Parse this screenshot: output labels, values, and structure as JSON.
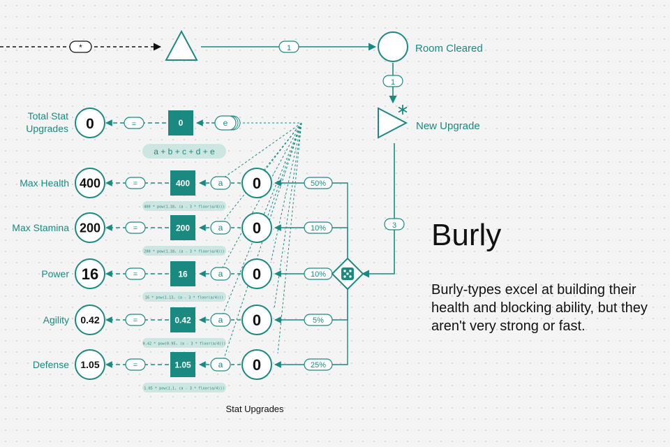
{
  "colors": {
    "accent": "#1a8a80",
    "label_fill": "#cde6e2",
    "text": "#111111"
  },
  "icons": {
    "dice": "dice-icon",
    "star": "star-icon"
  },
  "top_flow": {
    "input_label": "*",
    "edge_room_label": "1",
    "room_node_label": "Room Cleared",
    "edge_upgrade_label": "1",
    "upgrade_node_label": "New Upgrade",
    "edge_dice_label": "3"
  },
  "total": {
    "label_line1": "Total Stat",
    "label_line2": "Upgrades",
    "value": "0",
    "pool_value": "0",
    "eq_label": "=",
    "source_label": "e",
    "formula": "a + b + c + d + e"
  },
  "stats": [
    {
      "name": "Max Health",
      "value": "400",
      "pool": "400",
      "counter": "0",
      "eq": "=",
      "var": "a",
      "chance": "50%",
      "formula": "400 * pow(1.18, (a - 3 * floor(a/4)))"
    },
    {
      "name": "Max Stamina",
      "value": "200",
      "pool": "200",
      "counter": "0",
      "eq": "=",
      "var": "a",
      "chance": "10%",
      "formula": "200 * pow(1.18, (a - 3 * floor(a/4)))"
    },
    {
      "name": "Power",
      "value": "16",
      "pool": "16",
      "counter": "0",
      "eq": "=",
      "var": "a",
      "chance": "10%",
      "formula": "16 * pow(1.13, (a - 3 * floor(a/4)))"
    },
    {
      "name": "Agility",
      "value": "0.42",
      "pool": "0.42",
      "counter": "0",
      "eq": "=",
      "var": "a",
      "chance": "5%",
      "formula": "0.42 * pow(0.95, (a - 3 * floor(a/4)))"
    },
    {
      "name": "Defense",
      "value": "1.05",
      "pool": "1.05",
      "counter": "0",
      "eq": "=",
      "var": "a",
      "chance": "25%",
      "formula": "1.05 * pow(1.1, (a - 3 * floor(a/4)))"
    }
  ],
  "info": {
    "heading": "Burly",
    "description": "Burly-types excel at building their health and blocking ability, but they aren't very strong or fast."
  },
  "footer": "Stat Upgrades"
}
